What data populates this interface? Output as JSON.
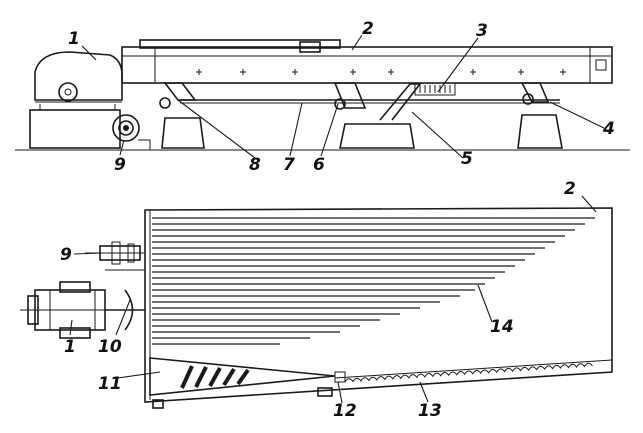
{
  "callouts": {
    "c1_top": "1",
    "c2_top": "2",
    "c3": "3",
    "c4": "4",
    "c5": "5",
    "c6": "6",
    "c7": "7",
    "c8": "8",
    "c9_top": "9",
    "c2_bottom": "2",
    "c9_bottom": "9",
    "c14": "14",
    "c1_bottom": "1",
    "c10": "10",
    "c11": "11",
    "c12": "12",
    "c13": "13"
  }
}
